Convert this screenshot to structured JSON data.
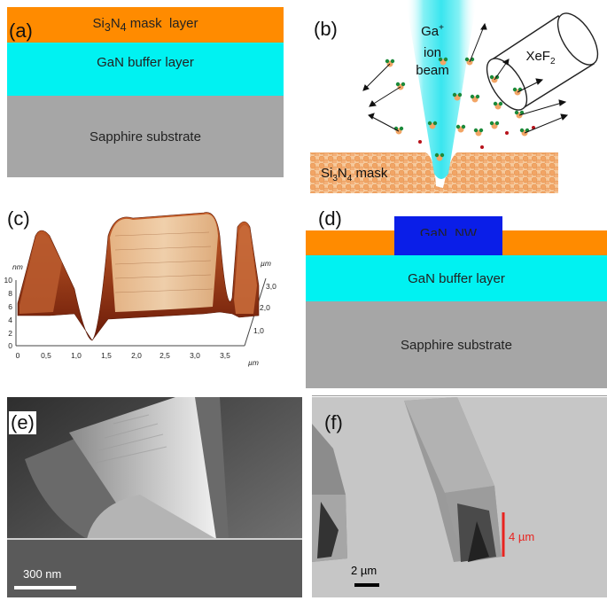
{
  "panel_a": {
    "label": "(a)",
    "mask_layer": {
      "base": "Si",
      "sub1": "3",
      "mid": "N",
      "sub2": "4",
      "rest": " mask  layer"
    },
    "buffer_layer": "GaN buffer layer",
    "substrate": "Sapphire substrate",
    "colors": {
      "mask": "#ff8b00",
      "buffer": "#00f2f2",
      "substrate": "#a6a6a6"
    }
  },
  "panel_b": {
    "label": "(b)",
    "beam_line1": "Ga",
    "beam_sup": "+",
    "beam_line2": "ion",
    "beam_line3": "beam",
    "gas_base": "XeF",
    "gas_sub": "2",
    "mask_label": {
      "base": "Si",
      "sub1": "3",
      "mid": "N",
      "sub2": "4",
      "rest": " mask"
    },
    "colors": {
      "beam": "#36e6ee",
      "mask": "#f2b27a"
    }
  },
  "panel_c": {
    "label": "(c)",
    "z_unit": "nm",
    "z_ticks": [
      "0",
      "2",
      "4",
      "6",
      "8",
      "10"
    ],
    "x_ticks": [
      "0",
      "0,5",
      "1,0",
      "1,5",
      "2,0",
      "2,5",
      "3,0",
      "3,5"
    ],
    "x_unit": "µm",
    "y_ticks": [
      "1,0",
      "2,0",
      "3,0"
    ],
    "y_unit": "µm"
  },
  "panel_d": {
    "label": "(d)",
    "nanowire": "GaN  NW",
    "buffer_layer": "GaN buffer layer",
    "substrate": "Sapphire substrate",
    "colors": {
      "mask": "#ff8b00",
      "nanowire": "#0a1ee8",
      "buffer": "#00f2f2",
      "substrate": "#a6a6a6"
    }
  },
  "panel_e": {
    "label": "(e)",
    "scale_bar": "300 nm"
  },
  "panel_f": {
    "label": "(f)",
    "scale_bar": "2 µm",
    "height_annotation": "4 µm",
    "colors": {
      "annotation": "#e8231f"
    }
  }
}
